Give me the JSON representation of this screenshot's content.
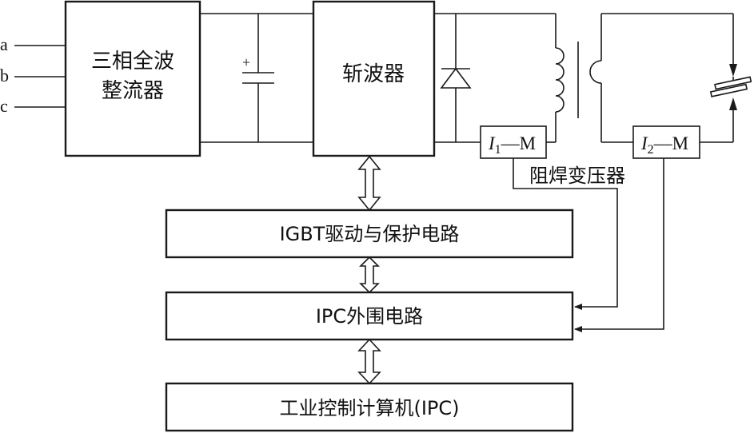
{
  "inputs": {
    "a": "a",
    "b": "b",
    "c": "c"
  },
  "rectifier": {
    "line1": "三相全波",
    "line2": "整流器"
  },
  "capacitor": {
    "polarity": "+"
  },
  "chopper": {
    "label": "斩波器"
  },
  "sensor1": {
    "var": "I",
    "sub": "1",
    "suffix": "—M"
  },
  "sensor2": {
    "var": "I",
    "sub": "2",
    "suffix": "—M"
  },
  "transformer": {
    "label": "阻焊变压器"
  },
  "driver": {
    "label": "IGBT驱动与保护电路"
  },
  "peripheral": {
    "label": "IPC外围电路"
  },
  "ipc": {
    "label": "工业控制计算机(IPC)"
  }
}
